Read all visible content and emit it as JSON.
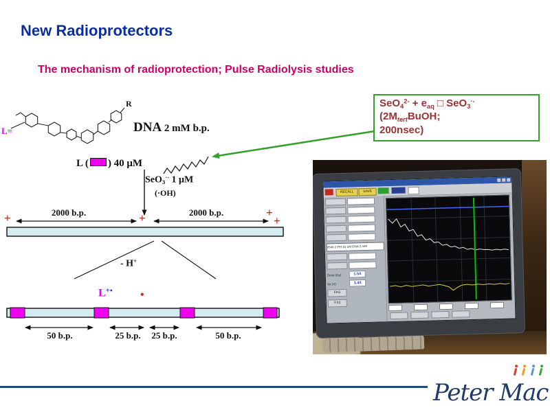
{
  "slide": {
    "title": "New Radioprotectors",
    "subtitle": "The mechanism of radioprotection; Pulse Radiolysis studies"
  },
  "callout": {
    "seo4_base": "SeO",
    "seo4_sub": "4",
    "seo4_sup": "2-",
    "plus_e": " + e",
    "e_sub": "aq",
    "arrow_box": " □ ",
    "seo3_base": "SeO",
    "seo3_sub": "3",
    "seo3_sup": "·-",
    "line2_open": "(2M",
    "line2_tert": "tert",
    "line2_rest": "BuOH;",
    "line3": "200nsec)"
  },
  "diagram": {
    "ligand_eq_label": "L=",
    "structure_r_label": "R",
    "dna_label": "DNA",
    "dna_conc": " 2 mM b.p.",
    "ligand_prefix": "L (",
    "ligand_suffix": ") 40 μM",
    "seo3_base": "SeO",
    "seo3_sub": "3",
    "seo3_sup": "·-",
    "seo3_conc": " 1 μM",
    "oh_label": "(·OH)",
    "bp2000_left": "2000 b.p.",
    "bp2000_right": "2000 b.p.",
    "plus": "+",
    "minus_h_base": "- H",
    "minus_h_sup": "+",
    "l_radical": "L",
    "l_radical_charge": "+",
    "l_radical_dot": "•",
    "site_radical_dot": "•",
    "bp_labels": [
      "50 b.p.",
      "25 b.p.",
      "25 b.p.",
      "50 b.p."
    ]
  },
  "photo": {
    "toolbar_recall": "RECALL",
    "toolbar_save": "SAVE",
    "sample_label": "#540 2-PH 10 uM DNA 2 mM",
    "dose_label": "Dose (Gy)",
    "dose_value": "1.54",
    "se_label": "Se (V)",
    "se_value": "1.44",
    "btn_fas": "FAS",
    "btn_fx2": "FX2"
  },
  "logo": {
    "text": "Peter Mac"
  },
  "colors": {
    "title_blue": "#0b2f9e",
    "subtitle_magenta": "#cc0066",
    "callout_red": "#993333",
    "accent_green": "#33a02c",
    "ligand_magenta": "#ee00ee",
    "plus_red": "#ee1111",
    "bar_fill": "#d6ebf0",
    "logo_navy": "#223a66",
    "footer_rule": "#1f4e79"
  }
}
